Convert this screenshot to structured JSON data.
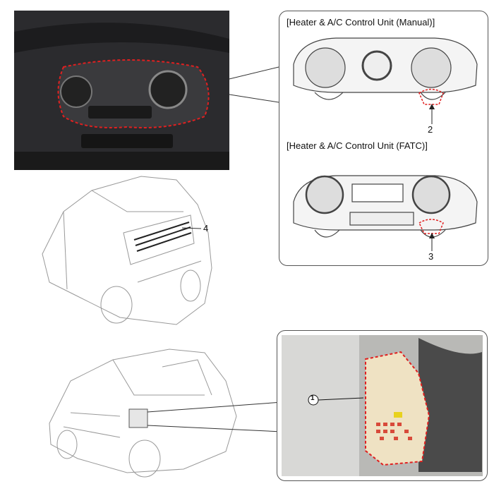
{
  "panels": {
    "manual_title": "[Heater & A/C Control Unit (Manual)]",
    "fatc_title": "[Heater & A/C Control Unit (FATC)]"
  },
  "callouts": {
    "c1": "1",
    "c2": "2",
    "c3": "3",
    "c4": "4"
  },
  "highlight_color": "#e02020"
}
